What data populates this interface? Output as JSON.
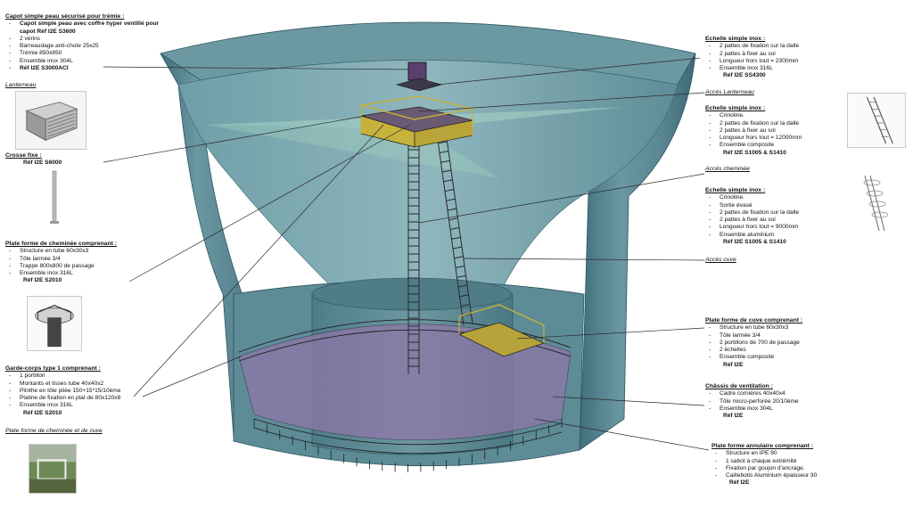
{
  "blocks": {
    "capot": {
      "title": "Capot simple peau sécurisé pour trémie  :",
      "items": [
        {
          "dash": "-",
          "text": "Capot simple peau avec coffre hyper ventillé pour capot Réf I2E S3600"
        },
        {
          "dash": "-",
          "text": "2 vérins"
        },
        {
          "dash": "-",
          "text": "Barreaudage anti-chute 25x25"
        },
        {
          "dash": "-",
          "text": "Trémie 850x850"
        },
        {
          "dash": "-",
          "text": "Ensemble inox 304L"
        },
        {
          "dash": "-",
          "text": "Réf I2E S3000ACI"
        }
      ]
    },
    "crosse": {
      "title": "Crosse fixe :",
      "ref": "Réf I2E S6000"
    },
    "plateforme_cheminee": {
      "title": "Plate forme de cheminée  comprenant :",
      "items": [
        {
          "dash": "-",
          "text": "Structure en tube 60x30x3"
        },
        {
          "dash": "-",
          "text": "Tôle larmée 3/4"
        },
        {
          "dash": "-",
          "text": "Trappe 800x800 de passage"
        },
        {
          "dash": "-",
          "text": "Ensemble inox 316L"
        }
      ],
      "ref": "Réf I2E S2010"
    },
    "garde_corps": {
      "title": "Garde-corps type 1 comprenant :",
      "items": [
        {
          "dash": "-",
          "text": "1 portillon"
        },
        {
          "dash": "-",
          "text": "Montants et lisses tube 40x40x2"
        },
        {
          "dash": "-",
          "text": "Plinthe en tôle pliée 150+15*15/10ème"
        },
        {
          "dash": "-",
          "text": "Platine de fixation en plat de 80x120x8"
        },
        {
          "dash": "-",
          "text": "Ensemble inox 316L"
        }
      ],
      "ref": "Réf I2E S2010"
    },
    "echelle1": {
      "title": "Echelle simple inox :",
      "items": [
        {
          "dash": "-",
          "text": "2 pattes de fixation sur la dalle"
        },
        {
          "dash": "-",
          "text": "2 pattes à fixer au sol"
        },
        {
          "dash": "-",
          "text": "Longueur hors tout  = 2300mm"
        },
        {
          "dash": "-",
          "text": "Ensemble inox 316L"
        }
      ],
      "ref": "Réf I2E SS4300"
    },
    "echelle2": {
      "title": "Echelle simple inox :",
      "items": [
        {
          "dash": "-",
          "text": "Crinoline."
        },
        {
          "dash": "-",
          "text": "2 pattes de fixation sur la dalle"
        },
        {
          "dash": "-",
          "text": "2 pattes à fixer au sol"
        },
        {
          "dash": "-",
          "text": "Longueur hors tout  = 12000mm"
        },
        {
          "dash": "-",
          "text": "Ensemble composite"
        }
      ],
      "ref": "Réf I2E S1005 & S1410"
    },
    "echelle3": {
      "title": "Echelle simple inox :",
      "items": [
        {
          "dash": "-",
          "text": "Crinoline."
        },
        {
          "dash": "-",
          "text": "Sortie évasé"
        },
        {
          "dash": "-",
          "text": "2 pattes de fixation sur la dalle"
        },
        {
          "dash": "-",
          "text": "2 pattes à fixer au sol"
        },
        {
          "dash": "-",
          "text": "Longueur hors tout  = 9000mm"
        },
        {
          "dash": "-",
          "text": "Ensemble aluminium"
        }
      ],
      "ref": "Réf I2E S1005 & S1410"
    },
    "plateforme_cuve": {
      "title": "Plate forme de cuve  comprenant :",
      "items": [
        {
          "dash": "-",
          "text": "Structure en tube 60x30x3"
        },
        {
          "dash": "-",
          "text": "Tôle larmée 3/4"
        },
        {
          "dash": "-",
          "text": "2 portillons de 700 de passage"
        },
        {
          "dash": "-",
          "text": "2 échelles"
        },
        {
          "dash": "-",
          "text": "Ensemble composite"
        }
      ],
      "ref": "Réf I2E"
    },
    "chassis": {
      "title": "Châssis de ventilation :",
      "items": [
        {
          "dash": "-",
          "text": "Cadre cornières 40x40x4"
        },
        {
          "dash": "-",
          "text": "Tôle micro-perforée 20/10ème"
        },
        {
          "dash": "-",
          "text": "Ensemble inox 304L"
        }
      ],
      "ref": "Réf I2E"
    },
    "annulaire": {
      "title": "Plate forme annulaire comprenant :",
      "items": [
        {
          "dash": "-",
          "text": "Structure en IPE 80"
        },
        {
          "dash": "-",
          "text": "1 sabot à chaque extrémité"
        },
        {
          "dash": "-",
          "text": "Fixation par goujon d'ancrage."
        },
        {
          "dash": "-",
          "text": "Caillebotis Aluminium épaisseur 30"
        }
      ],
      "ref": "Réf I2E"
    }
  },
  "captions": {
    "lanterneau": "Lanterneau",
    "acces_lanterneau": "Accès Lanterneau",
    "acces_cheminee": "Accès cheminée",
    "acces_cuve": "Accès cuve",
    "plateforme_cheminee_cuve": "Plate forme de cheminée et de cuve"
  },
  "colors": {
    "tank_wall": "#4f7e8a",
    "tank_wall_light": "#7fa7b0",
    "tank_inner": "#6f9aa3",
    "chimney": "#5f8b96",
    "annular_floor": "#8a6f9c",
    "railing": "#2c2c2c",
    "platform_yellow": "#c9b53a"
  }
}
